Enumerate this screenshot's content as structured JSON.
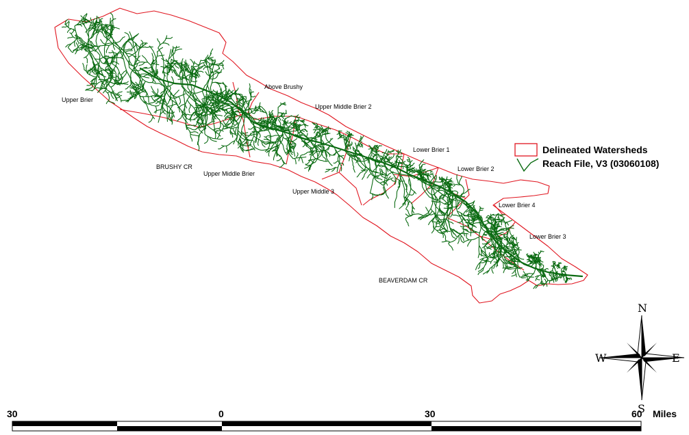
{
  "watershed_labels": [
    {
      "id": "upper-brier",
      "text": "Upper Brier"
    },
    {
      "id": "above-brushy",
      "text": "Above Brushy"
    },
    {
      "id": "upper-middle-brier-2",
      "text": "Upper Middle Brier 2"
    },
    {
      "id": "brushy-cr",
      "text": "BRUSHY CR"
    },
    {
      "id": "upper-middle-brier",
      "text": "Upper Middle Brier"
    },
    {
      "id": "lower-brier-1",
      "text": "Lower Brier 1"
    },
    {
      "id": "lower-brier-2",
      "text": "Lower Brier 2"
    },
    {
      "id": "upper-middle-3",
      "text": "Upper Middle 3"
    },
    {
      "id": "lower-brier-4",
      "text": "Lower Brier 4"
    },
    {
      "id": "lower-brier-3",
      "text": "Lower Brier 3"
    },
    {
      "id": "beaverdam-cr",
      "text": "BEAVERDAM CR"
    }
  ],
  "legend": {
    "watersheds": "Delineated Watersheds",
    "reach": "Reach File, V3 (03060108)",
    "watershed_color": "#e0141e",
    "reach_color": "#0b6b12"
  },
  "compass": {
    "n": "N",
    "s": "S",
    "e": "E",
    "w": "W"
  },
  "scale_bar": {
    "labels": [
      "30",
      "0",
      "30",
      "60"
    ],
    "unit": "Miles"
  }
}
